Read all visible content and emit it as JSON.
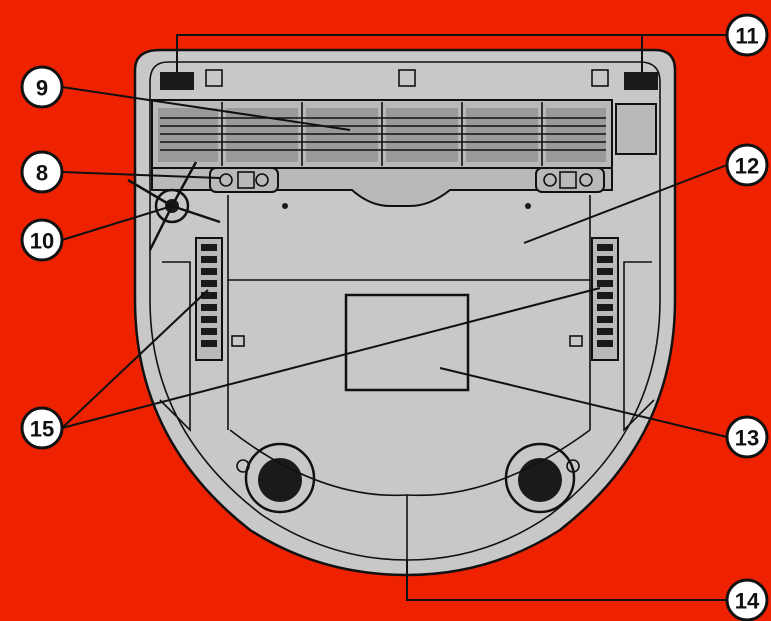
{
  "colors": {
    "background": "#ee2200",
    "robot_body": "#c8c8c8",
    "outline": "#111111",
    "callout_fill": "#ffffff"
  },
  "callouts": [
    {
      "id": "c8",
      "label": "8",
      "part": "side-brush-arm"
    },
    {
      "id": "c9",
      "label": "9",
      "part": "brush-roll"
    },
    {
      "id": "c10",
      "label": "10",
      "part": "side-brush"
    },
    {
      "id": "c11",
      "label": "11",
      "part": "cliff-sensors"
    },
    {
      "id": "c12",
      "label": "12",
      "part": "bottom-plate"
    },
    {
      "id": "c13",
      "label": "13",
      "part": "battery-cover"
    },
    {
      "id": "c14",
      "label": "14",
      "part": "front-bumper"
    },
    {
      "id": "c15",
      "label": "15",
      "part": "wheel-treads"
    }
  ]
}
